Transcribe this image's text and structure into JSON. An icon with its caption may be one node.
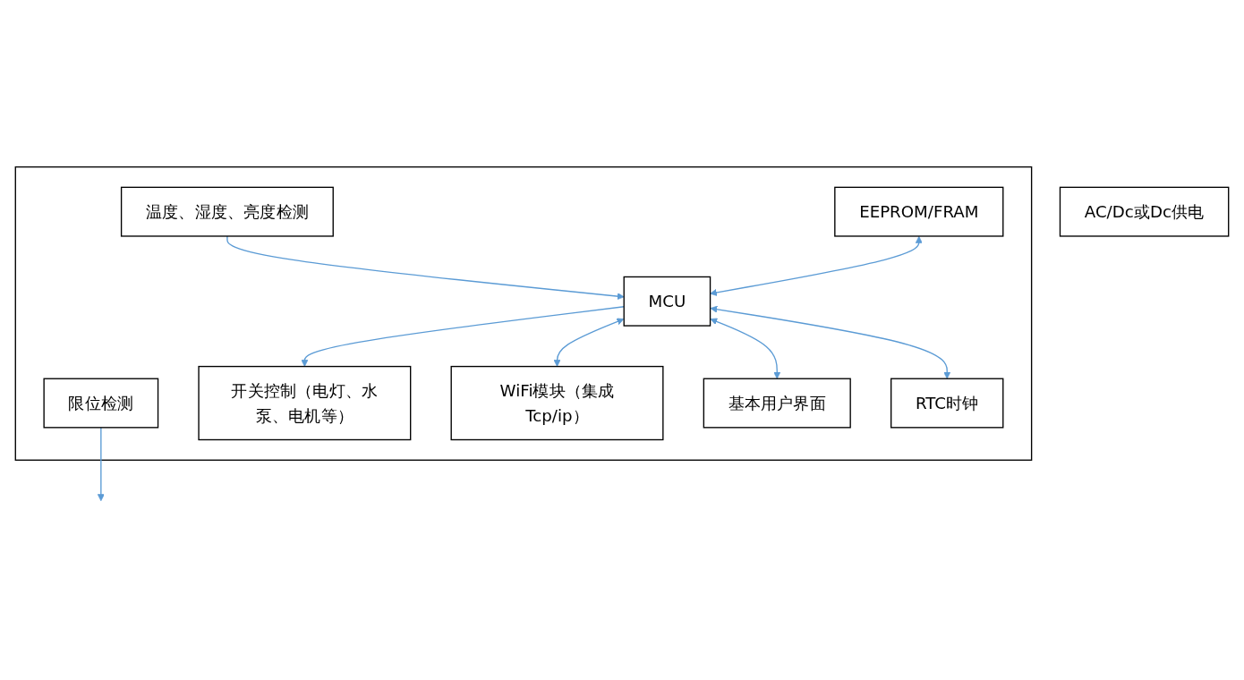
{
  "diagram": {
    "nodes": [
      {
        "text": [],
        "shape": "box"
      },
      {
        "text": [
          "温度、湿度、亮度检测"
        ],
        "in": 0
      },
      {
        "text": [
          "限位检测"
        ],
        "in": 0
      },
      {
        "text": [
          "EEPROM/FRAM"
        ],
        "in": 0
      },
      {
        "text": [
          "开关控制（电灯、水泵、电机等）"
        ],
        "in": 0
      },
      {
        "text": [
          "MCU"
        ],
        "in": 0
      },
      {
        "text": [
          "WiFi模块（集成Tcp/ip）"
        ],
        "in": 0
      },
      {
        "text": [
          "基本用户界面"
        ],
        "in": 0
      },
      {
        "text": [
          "RTC时钟"
        ],
        "in": 0
      },
      {
        "text": [
          "AC/Dc或Dc供电"
        ]
      }
    ],
    "edges": [
      {
        "from": 1,
        "to": 5,
        "arrow": "to"
      },
      {
        "from": 2,
        "to": null,
        "arrow": "to"
      },
      {
        "from": 5,
        "to": 4,
        "arrow": "to"
      },
      {
        "from": 3,
        "to": 5,
        "arrow": "both"
      },
      {
        "from": 5,
        "to": 6,
        "arrow": "both"
      },
      {
        "from": 5,
        "to": 7,
        "arrow": "both"
      },
      {
        "from": 5,
        "to": 8,
        "arrow": "both"
      }
    ]
  }
}
